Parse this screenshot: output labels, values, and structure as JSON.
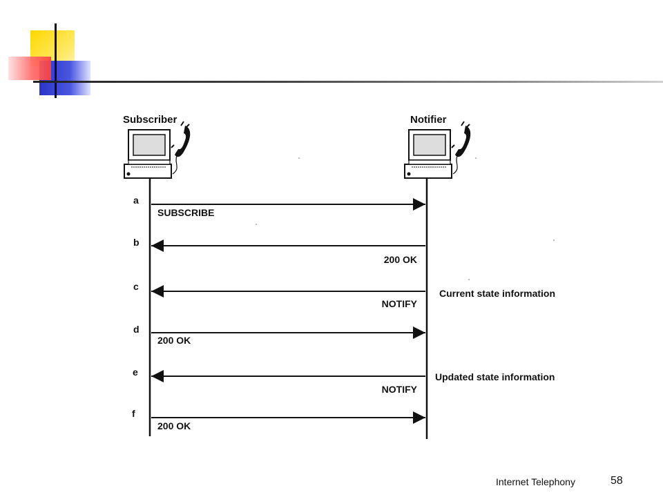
{
  "diagram": {
    "actors": {
      "left": "Subscriber",
      "right": "Notifier"
    },
    "steps": [
      {
        "tag": "a",
        "message": "SUBSCRIBE",
        "direction": "right"
      },
      {
        "tag": "b",
        "message": "200 OK",
        "direction": "left"
      },
      {
        "tag": "c",
        "message": "NOTIFY",
        "direction": "left",
        "note": "Current state information"
      },
      {
        "tag": "d",
        "message": "200 OK",
        "direction": "right"
      },
      {
        "tag": "e",
        "message": "NOTIFY",
        "direction": "left",
        "note": "Updated state information"
      },
      {
        "tag": "f",
        "message": "200 OK",
        "direction": "right"
      }
    ]
  },
  "footer": {
    "title": "Internet Telephony",
    "page": "58"
  }
}
